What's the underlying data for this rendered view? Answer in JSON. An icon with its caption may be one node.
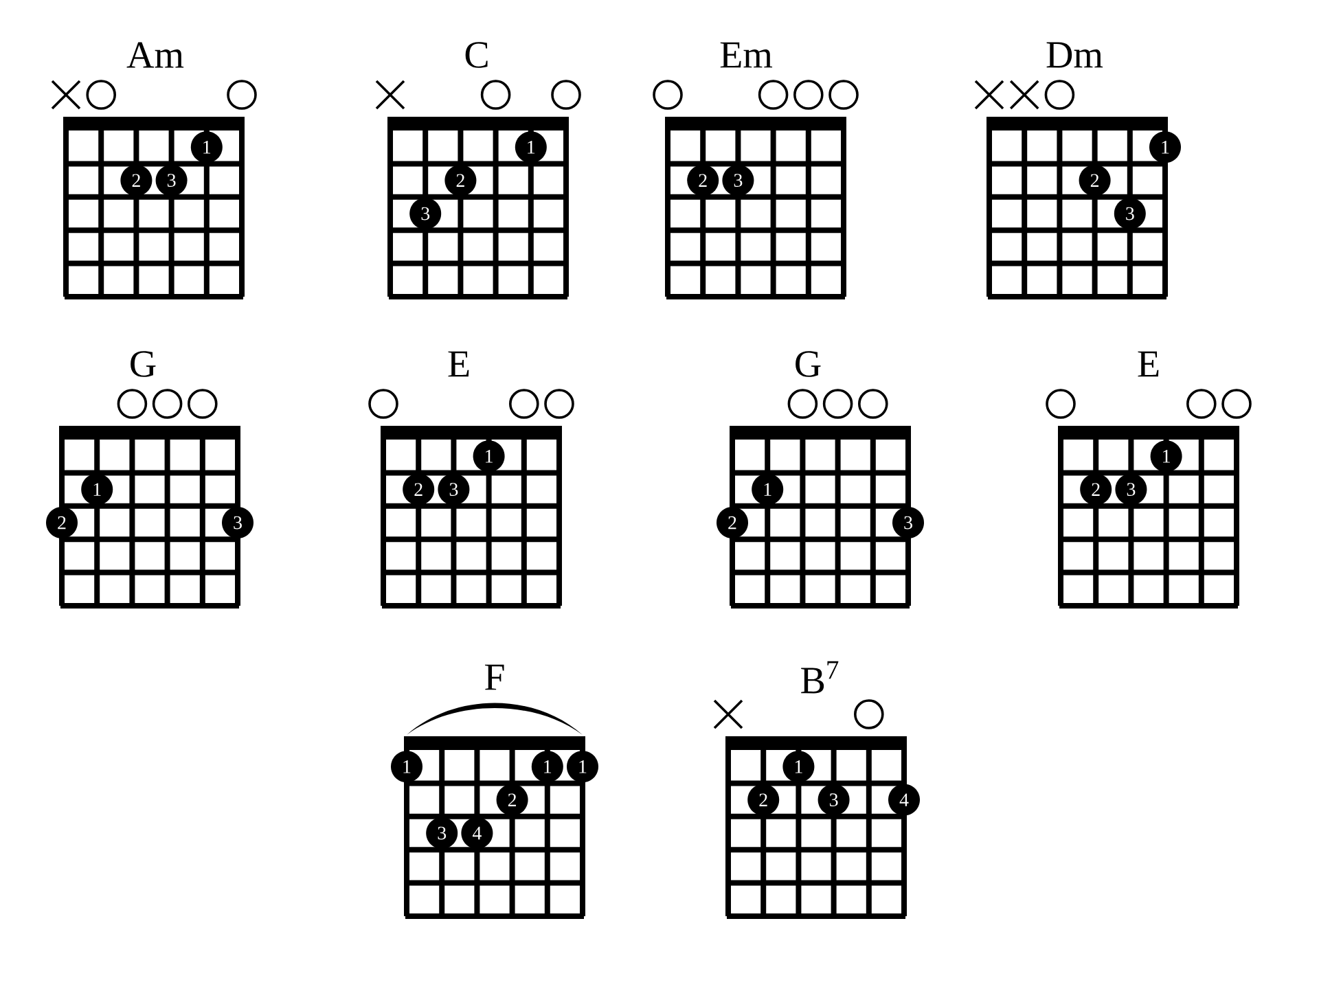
{
  "diagram": {
    "nodes": [
      {
        "text": [
          "Am"
        ]
      },
      {
        "text": [
          "1"
        ],
        "in": 0
      },
      {
        "text": [
          "2"
        ],
        "in": 0
      },
      {
        "text": [
          "3"
        ],
        "in": 0
      },
      {
        "text": [
          "C"
        ]
      },
      {
        "text": [
          "1"
        ],
        "in": 4
      },
      {
        "text": [
          "2"
        ],
        "in": 4
      },
      {
        "text": [
          "3"
        ],
        "in": 4
      },
      {
        "text": [
          "Em"
        ]
      },
      {
        "text": [
          "2"
        ],
        "in": 8
      },
      {
        "text": [
          "3"
        ],
        "in": 8
      },
      {
        "text": [
          "Dm"
        ]
      },
      {
        "text": [
          "1"
        ],
        "in": 11
      },
      {
        "text": [
          "2"
        ],
        "in": 11
      },
      {
        "text": [
          "3"
        ],
        "in": 11
      },
      {
        "text": [
          "G"
        ]
      },
      {
        "text": [
          "1"
        ],
        "in": 15
      },
      {
        "text": [
          "2"
        ],
        "in": 15
      },
      {
        "text": [
          "3"
        ],
        "in": 15
      },
      {
        "text": [
          "E"
        ]
      },
      {
        "text": [
          "1"
        ],
        "in": 19
      },
      {
        "text": [
          "2"
        ],
        "in": 19
      },
      {
        "text": [
          "3"
        ],
        "in": 19
      },
      {
        "text": [
          "G"
        ]
      },
      {
        "text": [
          "1"
        ],
        "in": 23
      },
      {
        "text": [
          "2"
        ],
        "in": 23
      },
      {
        "text": [
          "3"
        ],
        "in": 23
      },
      {
        "text": [
          "E"
        ]
      },
      {
        "text": [
          "1"
        ],
        "in": 27
      },
      {
        "text": [
          "2"
        ],
        "in": 27
      },
      {
        "text": [
          "3"
        ],
        "in": 27
      },
      {
        "text": [
          "F"
        ]
      },
      {
        "text": [
          "1"
        ],
        "in": 31
      },
      {
        "text": [
          "1"
        ],
        "in": 31
      },
      {
        "text": [
          "1"
        ],
        "in": 31
      },
      {
        "text": [
          "2"
        ],
        "in": 31
      },
      {
        "text": [
          "3"
        ],
        "in": 31
      },
      {
        "text": [
          "4"
        ],
        "in": 31
      },
      {
        "text": [
          "B$^{7}$"
        ]
      },
      {
        "text": [
          "1"
        ],
        "in": 38
      },
      {
        "text": [
          "2"
        ],
        "in": 38
      },
      {
        "text": [
          "3"
        ],
        "in": 38
      },
      {
        "text": [
          "4"
        ],
        "in": 38
      }
    ]
  }
}
